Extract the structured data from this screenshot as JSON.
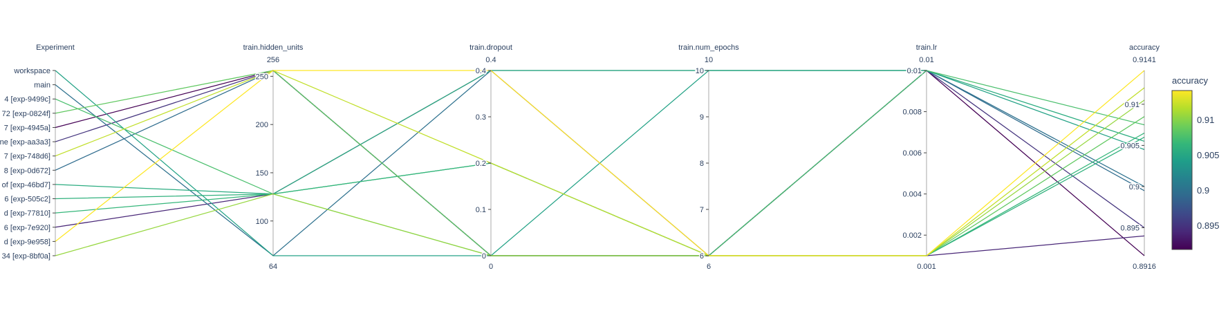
{
  "chart_data": {
    "type": "parallel_coordinates",
    "color_by": "accuracy",
    "colorscale": "viridis",
    "dimensions": [
      {
        "key": "experiment",
        "label": "Experiment",
        "categorical": true,
        "categories": [
          "workspace",
          "main",
          "4 [exp-9499c]",
          "72 [exp-0824f]",
          "7 [exp-4945a]",
          "ne [exp-aa3a3]",
          "7 [exp-748d6]",
          "8 [exp-0d672]",
          "of [exp-46bd7]",
          "6 [exp-505c2]",
          "d [exp-77810]",
          "6 [exp-7e920]",
          "d [exp-9e958]",
          "34 [exp-8bf0a]"
        ]
      },
      {
        "key": "hidden_units",
        "label": "train.hidden_units",
        "range": [
          64,
          256
        ],
        "top_label": "256",
        "bottom_label": "64",
        "ticks": [
          {
            "v": 100,
            "t": "100"
          },
          {
            "v": 150,
            "t": "150"
          },
          {
            "v": 200,
            "t": "200"
          },
          {
            "v": 250,
            "t": "250"
          }
        ]
      },
      {
        "key": "dropout",
        "label": "train.dropout",
        "range": [
          0,
          0.4
        ],
        "top_label": "0.4",
        "bottom_label": "0",
        "ticks": [
          {
            "v": 0,
            "t": "0"
          },
          {
            "v": 0.1,
            "t": "0.1"
          },
          {
            "v": 0.2,
            "t": "0.2"
          },
          {
            "v": 0.3,
            "t": "0.3"
          },
          {
            "v": 0.4,
            "t": "0.4"
          }
        ]
      },
      {
        "key": "num_epochs",
        "label": "train.num_epochs",
        "range": [
          6,
          10
        ],
        "top_label": "10",
        "bottom_label": "6",
        "ticks": [
          {
            "v": 6,
            "t": "6"
          },
          {
            "v": 7,
            "t": "7"
          },
          {
            "v": 8,
            "t": "8"
          },
          {
            "v": 9,
            "t": "9"
          },
          {
            "v": 10,
            "t": "10"
          }
        ]
      },
      {
        "key": "lr",
        "label": "train.lr",
        "range": [
          0.001,
          0.01
        ],
        "top_label": "0.01",
        "bottom_label": "0.001",
        "ticks": [
          {
            "v": 0.002,
            "t": "0.002"
          },
          {
            "v": 0.004,
            "t": "0.004"
          },
          {
            "v": 0.006,
            "t": "0.006"
          },
          {
            "v": 0.008,
            "t": "0.008"
          },
          {
            "v": 0.01,
            "t": "0.01"
          }
        ]
      },
      {
        "key": "accuracy",
        "label": "accuracy",
        "range": [
          0.8916,
          0.9141
        ],
        "top_label": "0.9141",
        "bottom_label": "0.8916",
        "ticks": [
          {
            "v": 0.895,
            "t": "0.895"
          },
          {
            "v": 0.9,
            "t": "0.9"
          },
          {
            "v": 0.905,
            "t": "0.905"
          },
          {
            "v": 0.91,
            "t": "0.91"
          }
        ]
      }
    ],
    "rows": [
      {
        "experiment": "workspace",
        "hidden_units": 64,
        "dropout": 0,
        "num_epochs": 10,
        "lr": 0.01,
        "accuracy": 0.9045
      },
      {
        "experiment": "main",
        "hidden_units": 64,
        "dropout": 0.4,
        "num_epochs": 10,
        "lr": 0.01,
        "accuracy": 0.9
      },
      {
        "experiment": "4 [exp-9499c]",
        "hidden_units": 128,
        "dropout": 0,
        "num_epochs": 6,
        "lr": 0.01,
        "accuracy": 0.9075
      },
      {
        "experiment": "72 [exp-0824f]",
        "hidden_units": 256,
        "dropout": 0,
        "num_epochs": 6,
        "lr": 0.001,
        "accuracy": 0.9085
      },
      {
        "experiment": "7 [exp-4945a]",
        "hidden_units": 256,
        "dropout": 0,
        "num_epochs": 6,
        "lr": 0.01,
        "accuracy": 0.8916
      },
      {
        "experiment": "ne [exp-aa3a3]",
        "hidden_units": 256,
        "dropout": 0,
        "num_epochs": 6,
        "lr": 0.01,
        "accuracy": 0.895
      },
      {
        "experiment": "7 [exp-748d6]",
        "hidden_units": 256,
        "dropout": 0.2,
        "num_epochs": 6,
        "lr": 0.001,
        "accuracy": 0.912
      },
      {
        "experiment": "8 [exp-0d672]",
        "hidden_units": 256,
        "dropout": 0,
        "num_epochs": 6,
        "lr": 0.01,
        "accuracy": 0.8995
      },
      {
        "experiment": "of [exp-46bd7]",
        "hidden_units": 128,
        "dropout": 0.4,
        "num_epochs": 10,
        "lr": 0.01,
        "accuracy": 0.9055
      },
      {
        "experiment": "6 [exp-505c2]",
        "hidden_units": 128,
        "dropout": 0.2,
        "num_epochs": 6,
        "lr": 0.001,
        "accuracy": 0.906
      },
      {
        "experiment": "d [exp-77810]",
        "hidden_units": 128,
        "dropout": 0.2,
        "num_epochs": 6,
        "lr": 0.001,
        "accuracy": 0.9065
      },
      {
        "experiment": "6 [exp-7e920]",
        "hidden_units": 128,
        "dropout": 0.4,
        "num_epochs": 6,
        "lr": 0.001,
        "accuracy": 0.894
      },
      {
        "experiment": "d [exp-9e958]",
        "hidden_units": 256,
        "dropout": 0.4,
        "num_epochs": 6,
        "lr": 0.001,
        "accuracy": 0.9141
      },
      {
        "experiment": "34 [exp-8bf0a]",
        "hidden_units": 128,
        "dropout": 0,
        "num_epochs": 6,
        "lr": 0.001,
        "accuracy": 0.9105
      }
    ],
    "colorbar": {
      "title": "accuracy",
      "range": [
        0.8916,
        0.9141
      ],
      "ticks": [
        {
          "v": 0.895,
          "t": "0.895"
        },
        {
          "v": 0.9,
          "t": "0.9"
        },
        {
          "v": 0.905,
          "t": "0.905"
        },
        {
          "v": 0.91,
          "t": "0.91"
        }
      ]
    },
    "viridis_stops": [
      "#440154",
      "#482878",
      "#3e4989",
      "#31688e",
      "#26828e",
      "#1f9e89",
      "#35b779",
      "#6ece58",
      "#b5de2b",
      "#fde725"
    ]
  }
}
